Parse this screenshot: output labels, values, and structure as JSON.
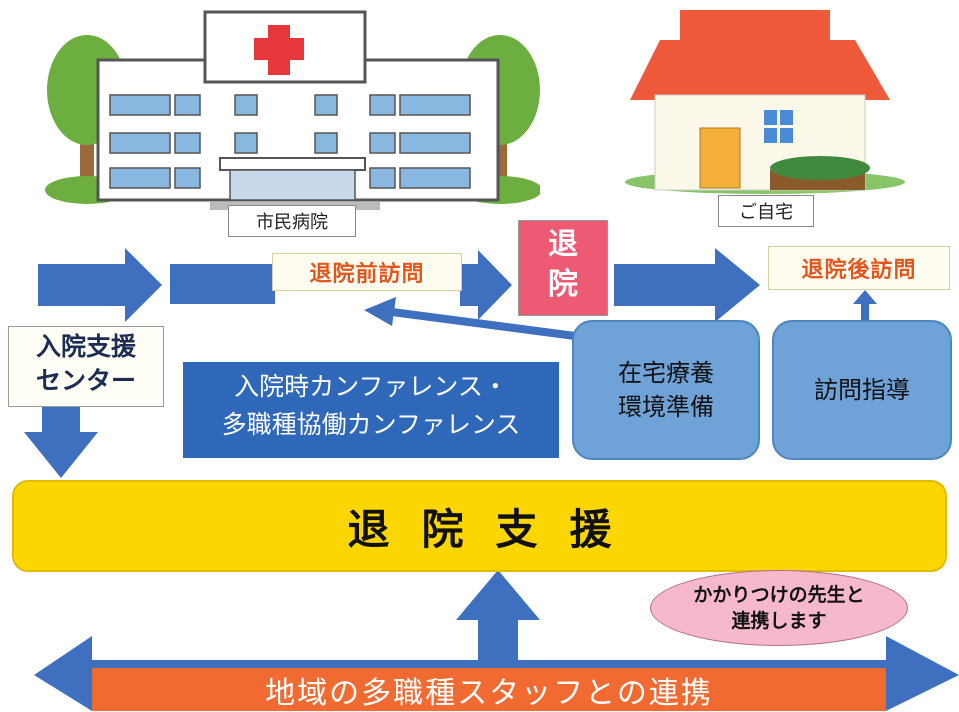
{
  "hospital": {
    "label": "市民病院"
  },
  "home": {
    "label": "ご自宅"
  },
  "visits": {
    "pre_discharge": "退院前訪問",
    "post_discharge": "退院後訪問"
  },
  "discharge": {
    "line1": "退",
    "line2": "院"
  },
  "admission_center": {
    "line1": "入院支援",
    "line2": "センター"
  },
  "conference": {
    "line1": "入院時カンファレンス・",
    "line2": "多職種協働カンファレンス"
  },
  "home_care_prep": {
    "line1": "在宅療養",
    "line2": "環境準備"
  },
  "visit_guidance": {
    "label": "訪問指導"
  },
  "discharge_support": {
    "label": "退院支援"
  },
  "family_doctor": {
    "line1": "かかりつけの先生と",
    "line2": "連携します"
  },
  "community": {
    "label": "地域の多職種スタッフとの連携"
  },
  "colors": {
    "arrow_blue": "#3f6fbf",
    "box_blue": "#6fa3d8",
    "accent_orange": "#e2561e",
    "discharge_red": "#ec5b73",
    "support_yellow": "#fbd600",
    "ellipse_pink": "#f6b9cc"
  }
}
